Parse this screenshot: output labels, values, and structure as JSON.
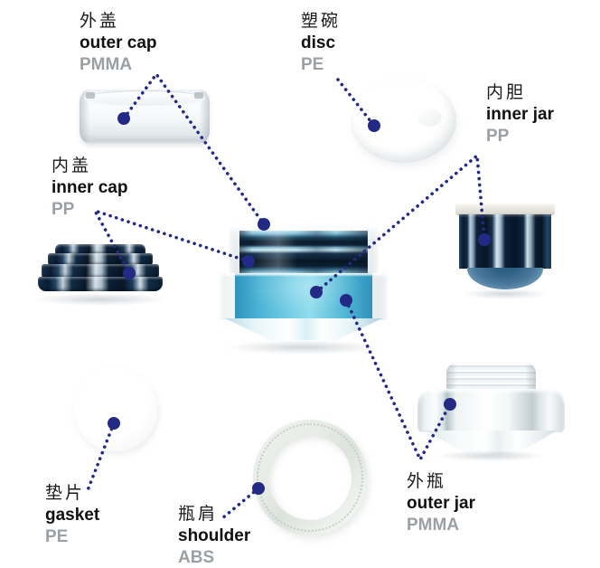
{
  "colors": {
    "accent": "#232a85",
    "material_text": "#9aa0a4",
    "label_text": "#1a1a1a",
    "jar_blue": "#4db4d6",
    "metallic_navy": "#0a1e30"
  },
  "labels": {
    "outer_cap": {
      "zh": "外盖",
      "en": "outer cap",
      "material": "PMMA"
    },
    "disc": {
      "zh": "塑碗",
      "en": "disc",
      "material": "PE"
    },
    "inner_jar": {
      "zh": "内胆",
      "en": "inner jar",
      "material": "PP"
    },
    "inner_cap": {
      "zh": "内盖",
      "en": "inner cap",
      "material": "PP"
    },
    "gasket": {
      "zh": "垫片",
      "en": "gasket",
      "material": "PE"
    },
    "shoulder": {
      "zh": "瓶肩",
      "en": "shoulder",
      "material": "ABS"
    },
    "outer_jar": {
      "zh": "外瓶",
      "en": "outer jar",
      "material": "PMMA"
    }
  }
}
